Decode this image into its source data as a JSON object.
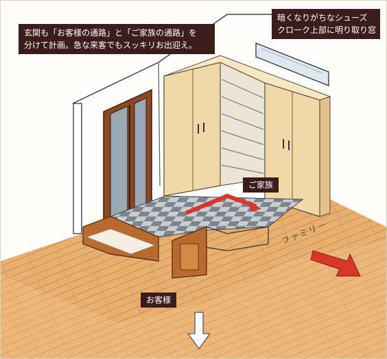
{
  "callouts": {
    "entrance_line1": "玄関も「お客様の通路」と「ご家族の通路」を",
    "entrance_line2": "分けて計画。急な来客でもスッキリお出迎え。",
    "window_line1": "暗くなりがちなシューズ",
    "window_line2": "クローク上部に明り取り窓"
  },
  "tags": {
    "family": "ご家族",
    "guest": "お客様",
    "family_route": "ファミリー"
  },
  "colors": {
    "label_bg": "#3d1c1c",
    "floor_wood": "#e3a35a",
    "cabinet": "#f1d8a8",
    "door_frame": "#7a3b1a",
    "tile_dark": "#7e848c",
    "tile_light": "#c9ccd1",
    "arrow_red": "#d9362b"
  }
}
